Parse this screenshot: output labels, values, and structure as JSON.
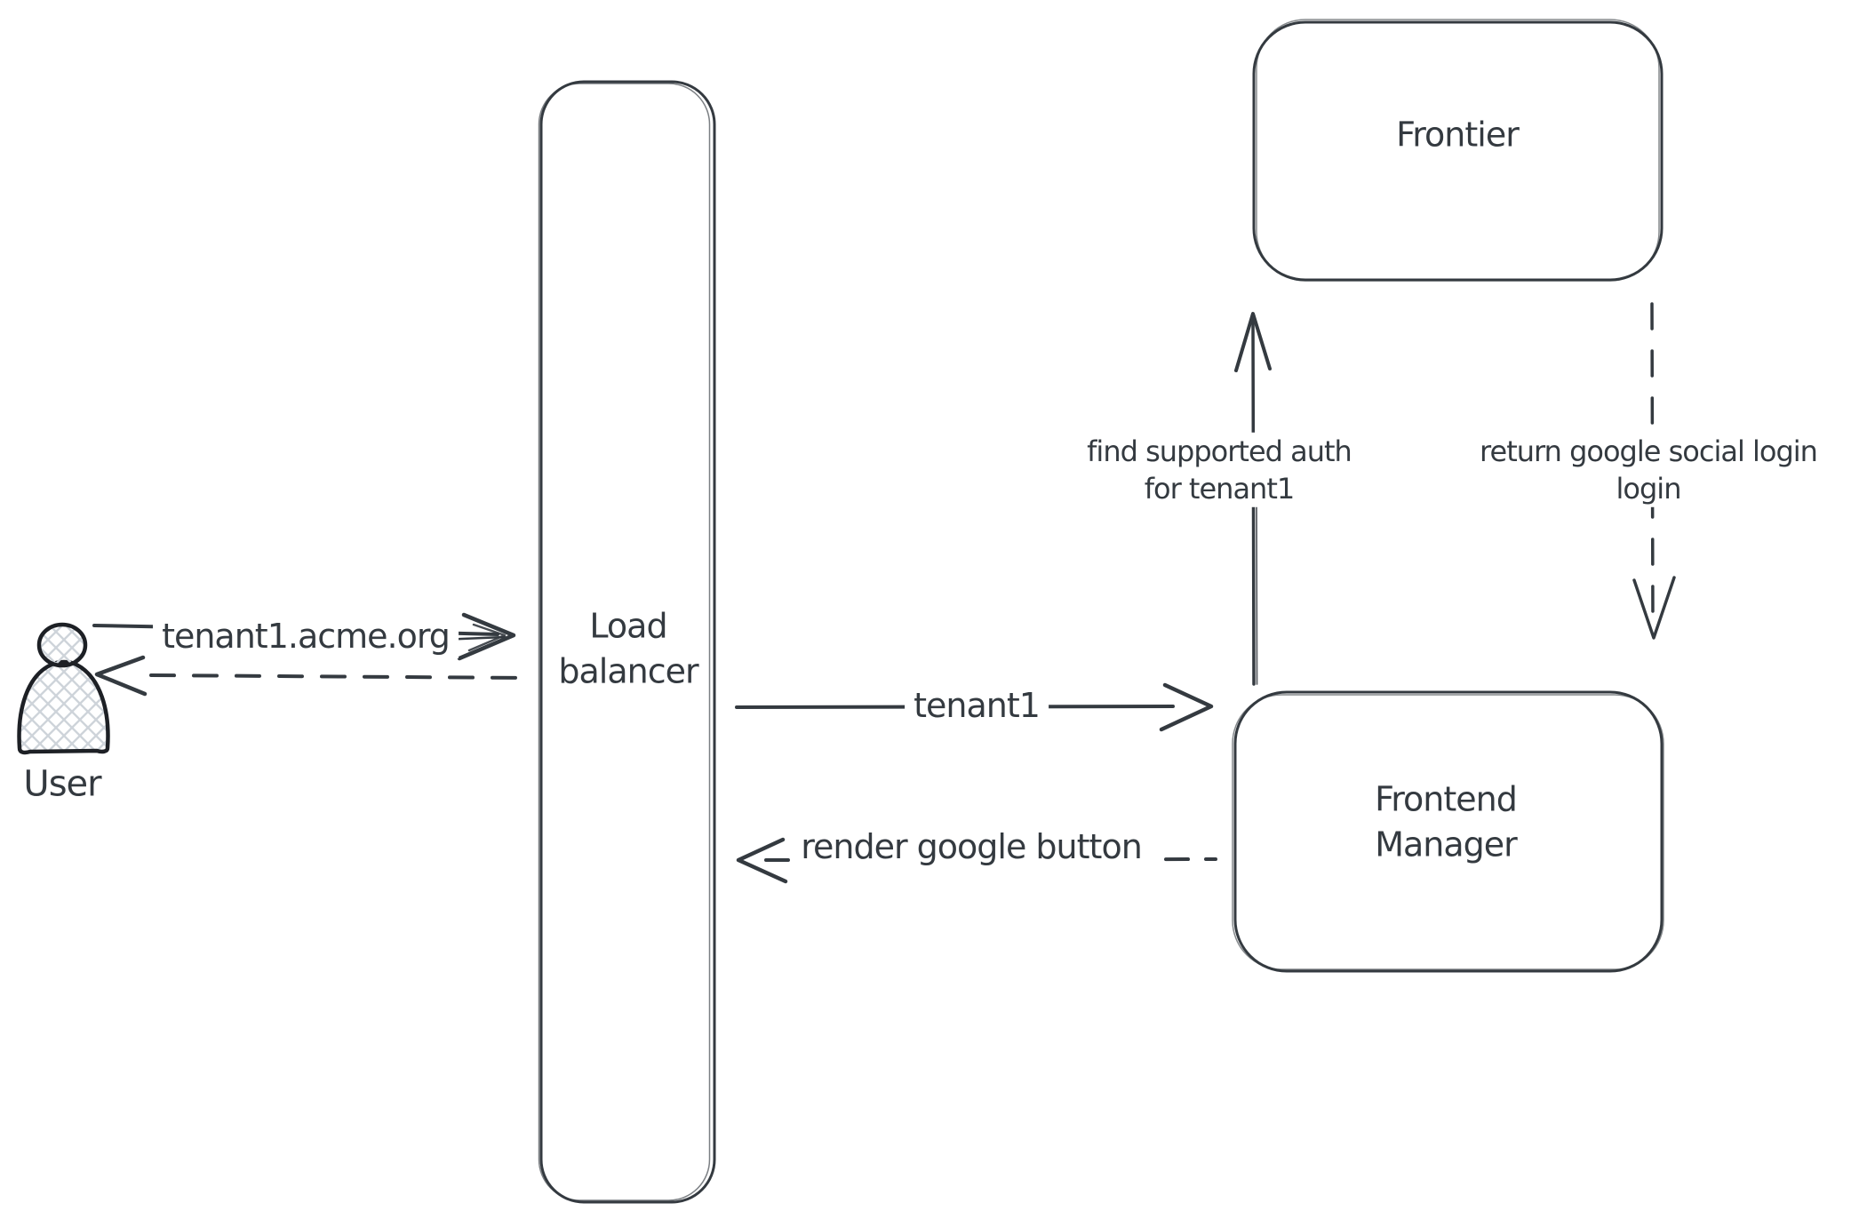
{
  "canvas": {
    "background": "#ffffff",
    "ink_color": "#343a40",
    "actor_ink_color": "#1d2025",
    "hatch_color": "#ced4da"
  },
  "actor": {
    "label": "User"
  },
  "nodes": {
    "load_balancer": {
      "line1": "Load",
      "line2": "balancer"
    },
    "frontier": {
      "label": "Frontier"
    },
    "frontend_manager": {
      "line1": "Frontend",
      "line2": "Manager"
    }
  },
  "arrows": {
    "user_request": {
      "label": "tenant1.acme.org",
      "style": "solid",
      "from": "User",
      "to": "Load balancer"
    },
    "lb_response": {
      "style": "dashed",
      "from": "Load balancer",
      "to": "User"
    },
    "lb_forward": {
      "label": "tenant1",
      "style": "solid",
      "from": "Load balancer",
      "to": "Frontend Manager"
    },
    "fm_render": {
      "label": "render google button",
      "style": "dashed",
      "from": "Frontend Manager",
      "to": "Load balancer"
    },
    "fm_find_auth": {
      "line1": "find supported auth",
      "line2": "for tenant1",
      "style": "solid",
      "from": "Frontend Manager",
      "to": "Frontier"
    },
    "frontier_return": {
      "line1": "return google social login",
      "line2": "login",
      "style": "dashed",
      "from": "Frontier",
      "to": "Frontend Manager"
    }
  }
}
